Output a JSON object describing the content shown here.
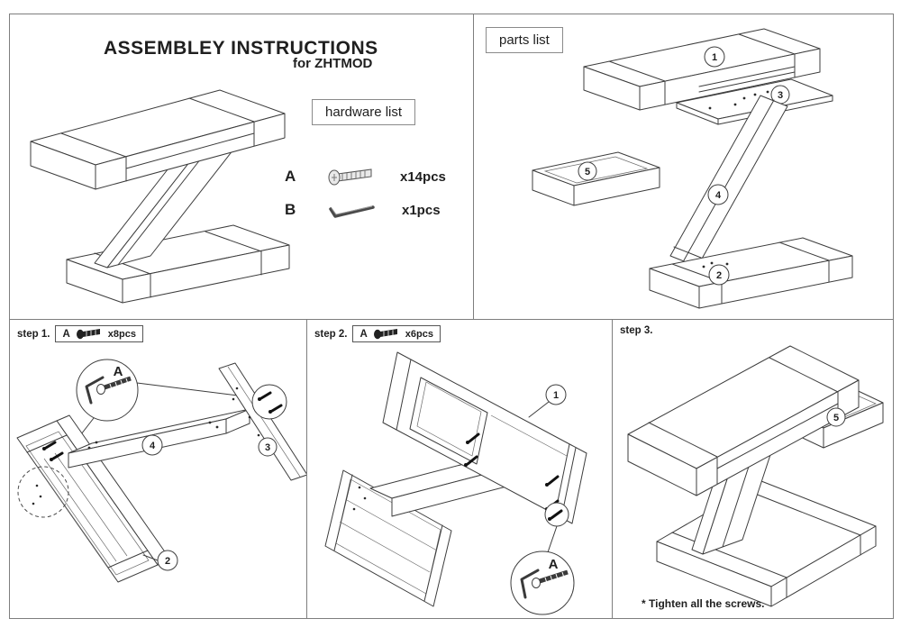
{
  "page": {
    "title": "ASSEMBLEY INSTRUCTIONS",
    "subtitle": "for ZHTMOD"
  },
  "hardware_list": {
    "label": "hardware list",
    "items": [
      {
        "id": "A",
        "icon": "screw-icon",
        "qty": "x14pcs"
      },
      {
        "id": "B",
        "icon": "allen-key-icon",
        "qty": "x1pcs"
      }
    ]
  },
  "parts_list": {
    "label": "parts list"
  },
  "callouts": {
    "detail_letter": "A",
    "part_1": "1",
    "part_2": "2",
    "part_3": "3",
    "part_4": "4",
    "part_5": "5"
  },
  "steps": [
    {
      "label": "step 1.",
      "hardware_id": "A",
      "hardware_qty": "x8pcs"
    },
    {
      "label": "step 2.",
      "hardware_id": "A",
      "hardware_qty": "x6pcs"
    },
    {
      "label": "step 3."
    }
  ],
  "note": "* Tighten all the screws."
}
